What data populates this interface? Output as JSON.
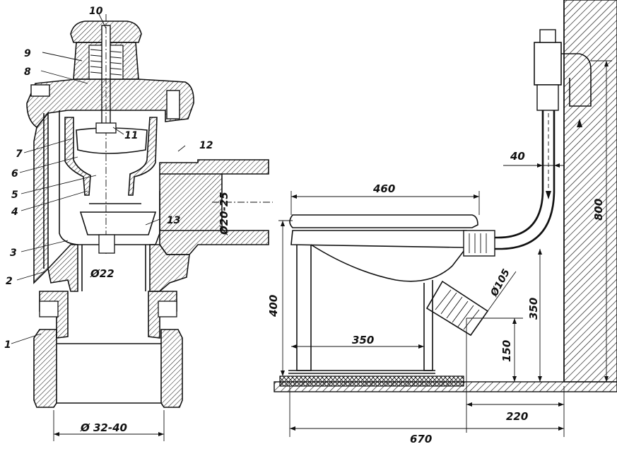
{
  "left_valve": {
    "callouts": [
      "10",
      "9",
      "8",
      "11",
      "7",
      "12",
      "6",
      "5",
      "4",
      "13",
      "3",
      "2",
      "1"
    ],
    "dims": {
      "outlet": "Ø20-25",
      "seat": "Ø22",
      "inlet": "Ø 32-40"
    }
  },
  "right_toilet": {
    "dims": {
      "bowl_length": "460",
      "pipe_offset": "40",
      "height_800": "800",
      "height_400": "400",
      "base_350": "350",
      "outlet_dia": "Ø105",
      "right_350": "350",
      "height_150": "150",
      "width_220": "220",
      "width_670": "670"
    }
  }
}
